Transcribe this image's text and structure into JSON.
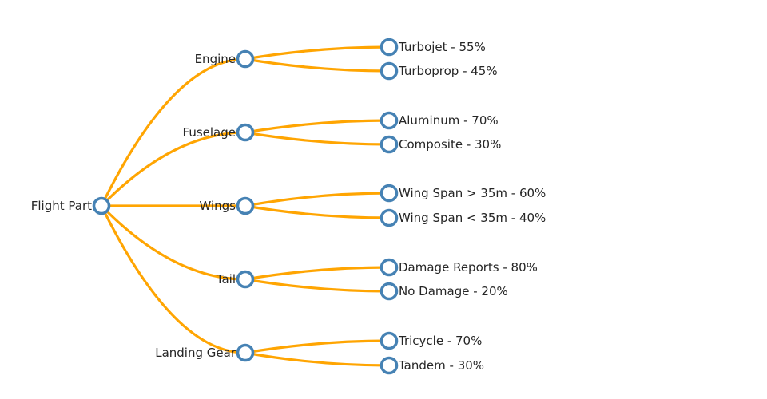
{
  "diagram": {
    "type": "tree",
    "orientation": "horizontal",
    "root": {
      "label": "Flight Part"
    },
    "branches": [
      {
        "label": "Engine",
        "leaves": [
          {
            "label": "Turbojet - 55%"
          },
          {
            "label": "Turboprop - 45%"
          }
        ]
      },
      {
        "label": "Fuselage",
        "leaves": [
          {
            "label": "Aluminum - 70%"
          },
          {
            "label": "Composite - 30%"
          }
        ]
      },
      {
        "label": "Wings",
        "leaves": [
          {
            "label": "Wing Span > 35m - 60%"
          },
          {
            "label": "Wing Span < 35m - 40%"
          }
        ]
      },
      {
        "label": "Tail",
        "leaves": [
          {
            "label": "Damage Reports - 80%"
          },
          {
            "label": "No Damage - 20%"
          }
        ]
      },
      {
        "label": "Landing Gear",
        "leaves": [
          {
            "label": "Tricycle - 70%"
          },
          {
            "label": "Tandem - 30%"
          }
        ]
      }
    ]
  },
  "colors": {
    "link": "#FFA502",
    "node-stroke": "#4682B4",
    "node-fill": "#FFFFFF",
    "label-text": "#262626",
    "background": "#FFFFFF"
  }
}
